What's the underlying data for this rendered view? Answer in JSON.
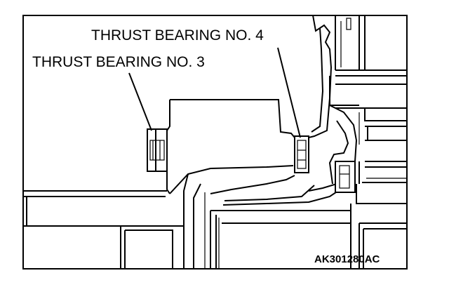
{
  "labels": {
    "bearing_4": "THRUST BEARING NO. 4",
    "bearing_3": "THRUST BEARING NO. 3",
    "figure_code": "AK301280AC"
  }
}
